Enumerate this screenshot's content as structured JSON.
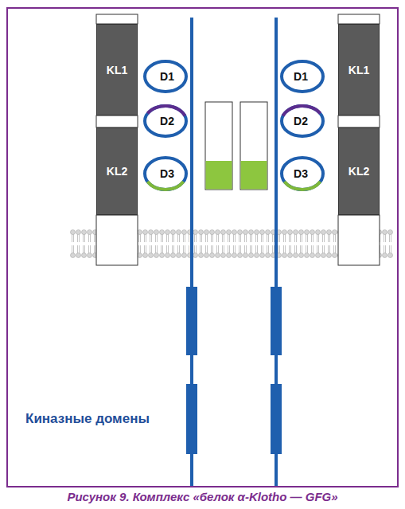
{
  "diagram": {
    "caption": "Рисунок 9. Комплекс «белок α-Klotho — GFG»",
    "nodes": [
      {
        "text": [
          "KL1"
        ]
      },
      {
        "text": [
          "D1"
        ]
      },
      {
        "text": [
          "D1"
        ]
      },
      {
        "text": [
          "KL1"
        ]
      },
      {
        "text": [
          "D2"
        ]
      },
      {
        "text": [
          "D2"
        ]
      },
      {
        "text": [
          "KL2"
        ]
      },
      {
        "text": [
          "D3"
        ]
      },
      {
        "text": [
          "D3"
        ]
      },
      {
        "text": [
          "KL2"
        ]
      }
    ],
    "labels": [
      "Киназные домены"
    ]
  }
}
